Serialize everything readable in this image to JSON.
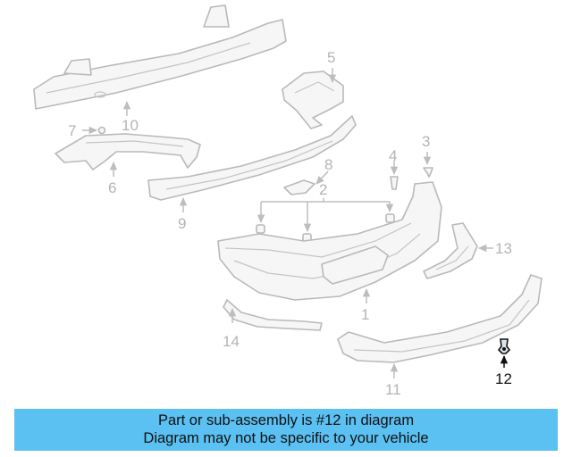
{
  "callouts": [
    {
      "id": "1",
      "label": "1"
    },
    {
      "id": "2",
      "label": "2"
    },
    {
      "id": "3",
      "label": "3"
    },
    {
      "id": "4",
      "label": "4"
    },
    {
      "id": "5",
      "label": "5"
    },
    {
      "id": "6",
      "label": "6"
    },
    {
      "id": "7",
      "label": "7"
    },
    {
      "id": "8",
      "label": "8"
    },
    {
      "id": "9",
      "label": "9"
    },
    {
      "id": "10",
      "label": "10"
    },
    {
      "id": "11",
      "label": "11"
    },
    {
      "id": "12",
      "label": "12"
    },
    {
      "id": "13",
      "label": "13"
    },
    {
      "id": "14",
      "label": "14"
    }
  ],
  "highlighted_part": "12",
  "colors": {
    "banner": "#5bc0f2",
    "part_line": "#b9b9b9",
    "highlight": "#111111"
  },
  "banner": {
    "line1": "Part or sub-assembly is #12 in diagram",
    "line2": "Diagram may not be specific to your vehicle"
  }
}
